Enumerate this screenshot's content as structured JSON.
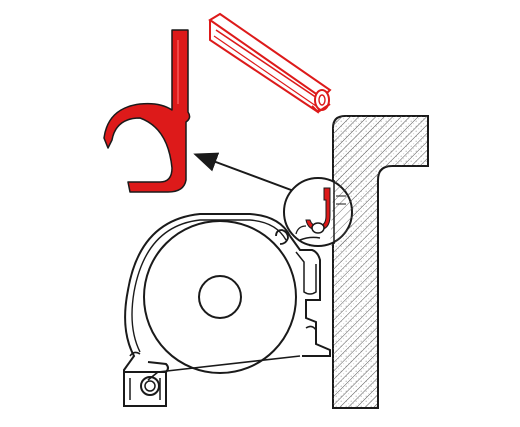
{
  "diagram": {
    "colors": {
      "accent": "#dd1a1a",
      "stroke": "#1a1a1a",
      "background": "#ffffff",
      "hatch": "#555555"
    },
    "parts": [
      {
        "name": "red-hook-clip",
        "kind": "clip",
        "highlighted": true
      },
      {
        "name": "red-rail-strip",
        "kind": "keder-rail",
        "highlighted": true
      },
      {
        "name": "wall-profile",
        "kind": "hatched-wall"
      },
      {
        "name": "awning-housing",
        "kind": "cassette"
      },
      {
        "name": "fabric-roller",
        "kind": "roller"
      },
      {
        "name": "detail-magnifier",
        "kind": "callout-circle"
      },
      {
        "name": "pointer-arrow",
        "kind": "arrow"
      }
    ]
  }
}
